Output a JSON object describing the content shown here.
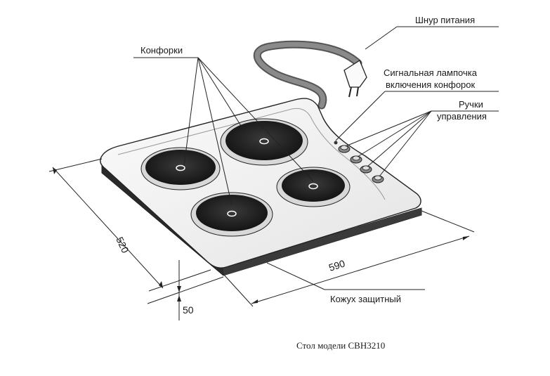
{
  "labels": {
    "burners": "Конфорки",
    "power_cord": "Шнур питания",
    "signal_lamp_line1": "Сигнальная лампочка",
    "signal_lamp_line2": "включения конфорок",
    "knobs_line1": "Ручки",
    "knobs_line2": "управления",
    "casing": "Кожух защитный"
  },
  "dimensions": {
    "depth": "520",
    "width": "590",
    "height": "50"
  },
  "caption": "Стол модели СВН3210",
  "colors": {
    "surface": "#f2f2f2",
    "burner": "#1c1c1c",
    "cord": "#6e6e6e",
    "outline": "#222222"
  }
}
